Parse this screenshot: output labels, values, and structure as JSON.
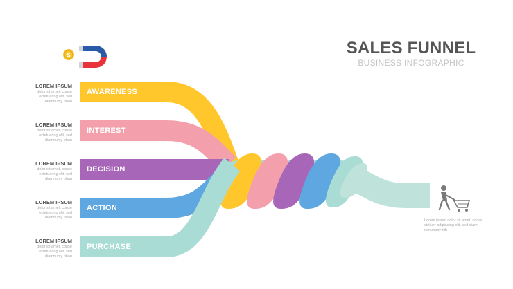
{
  "header": {
    "title": "SALES FUNNEL",
    "subtitle": "BUSINESS   INFOGRAPHIC"
  },
  "stages": [
    {
      "label": "AWARENESS",
      "side_title": "LOREM IPSUM",
      "side_line1": "dolor sit amet, conse",
      "side_line2": "ectetuering elit, sed",
      "side_line3": "diamnumy bhan",
      "color": "#FFC72C"
    },
    {
      "label": "INTEREST",
      "side_title": "LOREM IPSUM",
      "side_line1": "dolor sit amet, conse",
      "side_line2": "ectetuering elit, sed",
      "side_line3": "diamnumy bhan",
      "color": "#F4A0AC"
    },
    {
      "label": "DECISION",
      "side_title": "LOREM IPSUM",
      "side_line1": "dolor sit amet, conse",
      "side_line2": "ectetuering elit, sed",
      "side_line3": "diamnumy bhan",
      "color": "#A866B8"
    },
    {
      "label": "ACTION",
      "side_title": "LOREM IPSUM",
      "side_line1": "dolor sit amet, conse",
      "side_line2": "ectetuering elit, sed",
      "side_line3": "diamnumy bhan",
      "color": "#5FA7E0"
    },
    {
      "label": "PURCHASE",
      "side_title": "LOREM IPSUM",
      "side_line1": "dolor sit amet, conse",
      "side_line2": "ectetuering elit, sed",
      "side_line3": "diamnumy bhan",
      "color": "#A9DCD4"
    }
  ],
  "outcome": {
    "line1": "Lorem ipsum dolor sit amet, conse",
    "line2": "ctetuer adipiscing elit, sed diam",
    "line3": "nonummy nib"
  },
  "icons": {
    "magnet": "magnet-icon",
    "coin": "dollar-coin-icon",
    "shopper": "person-pushing-cart-icon"
  },
  "colors": {
    "magnet_red": "#E8333A",
    "magnet_blue": "#2A5BA8",
    "coin": "#F7C32E",
    "icon_gray": "#7A7A7A",
    "outlet": "#BFE3DA"
  }
}
